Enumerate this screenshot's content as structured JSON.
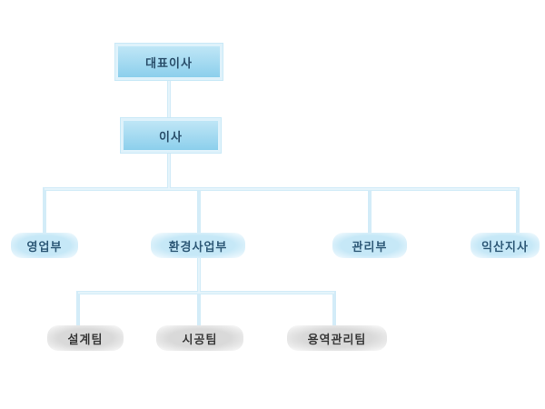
{
  "org": {
    "ceo": "대표이사",
    "director": "이사",
    "departments": [
      "영업부",
      "환경사업부",
      "관리부",
      "익산지사"
    ],
    "teams": [
      "설계팀",
      "시공팀",
      "용역관리팀"
    ]
  },
  "colors": {
    "line": "#cfeaf8",
    "exec_box": "#9fd8f0",
    "dept_box": "#c6e8f7",
    "team_box": "#d9d9d9",
    "text": "#2a4e6a"
  }
}
